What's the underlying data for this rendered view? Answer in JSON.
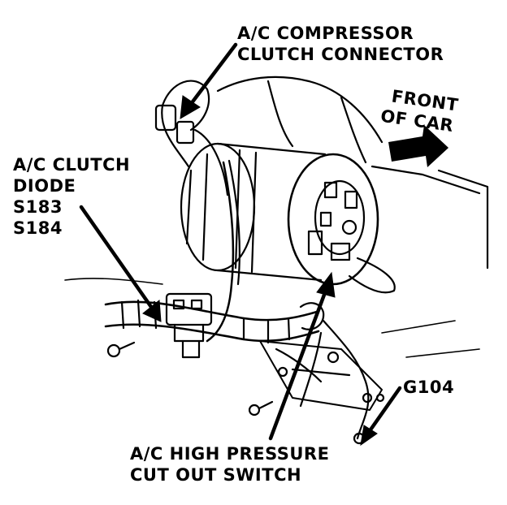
{
  "labels": {
    "compressor_connector": [
      "A/C COMPRESSOR",
      "CLUTCH CONNECTOR"
    ],
    "front_of_car": [
      "FRONT",
      "OF CAR"
    ],
    "clutch_diode": [
      "A/C CLUTCH",
      "DIODE",
      "S183",
      "S184"
    ],
    "ground": "G104",
    "pressure_switch": [
      "A/C HIGH PRESSURE",
      "CUT OUT SWITCH"
    ]
  },
  "colors": {
    "ink": "#000000",
    "paper": "#ffffff"
  }
}
